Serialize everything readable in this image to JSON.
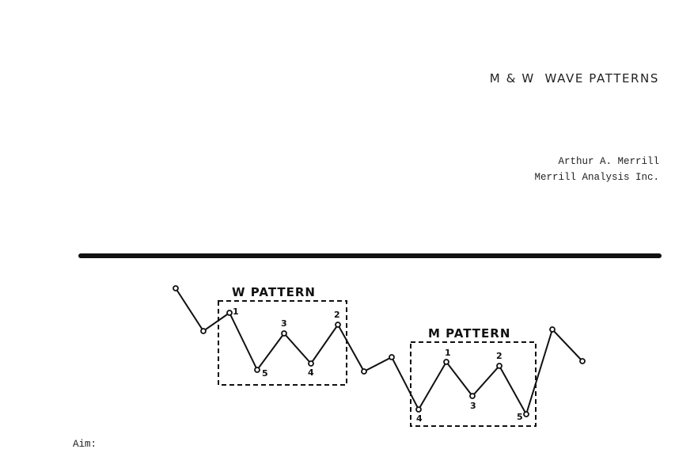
{
  "document": {
    "title": "M & W  WAVE PATTERNS",
    "author_name": "Arthur A. Merrill",
    "author_affiliation": "Merrill Analysis Inc.",
    "section_label": "Aim:"
  },
  "figure": {
    "w_pattern": {
      "label": "W PATTERN",
      "point_labels": [
        "1",
        "5",
        "3",
        "4",
        "2"
      ]
    },
    "m_pattern": {
      "label": "M PATTERN",
      "point_labels": [
        "4",
        "1",
        "3",
        "2",
        "5"
      ]
    }
  }
}
